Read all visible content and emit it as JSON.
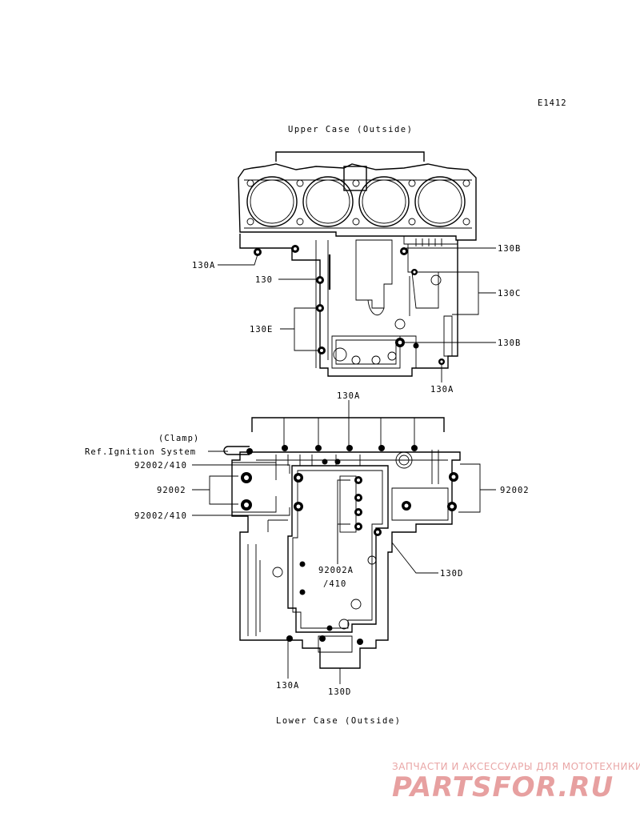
{
  "diagram": {
    "code": "E1412",
    "upper_title": "Upper Case (Outside)",
    "lower_title": "Lower Case (Outside)",
    "upper_labels": {
      "l130a_left": "130A",
      "l130": "130",
      "l130e": "130E",
      "l130b_top": "130B",
      "l130c": "130C",
      "l130b_bottom": "130B",
      "l130a_bottom": "130A"
    },
    "lower_labels": {
      "l130a_top": "130A",
      "clamp": "(Clamp)",
      "ref_ignition": "Ref.Ignition System",
      "l92002_410_top": "92002/410",
      "l92002_left": "92002",
      "l92002_410_bottom": "92002/410",
      "l92002_right": "92002",
      "l92002a": "92002A",
      "l410": "/410",
      "l130d_right": "130D",
      "l130a_bottom": "130A",
      "l130d_bottom": "130D"
    }
  },
  "watermark": {
    "tagline": "ЗАПЧАСТИ И АКСЕССУАРЫ ДЛЯ МОТОТЕХНИКИ",
    "logo": "PARTSFOR.RU",
    "color": "#e7a0a0"
  }
}
